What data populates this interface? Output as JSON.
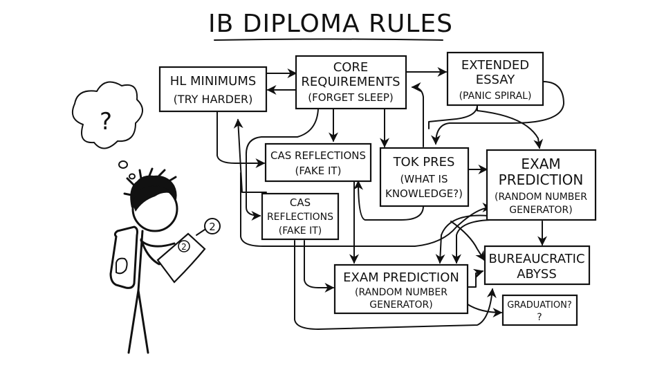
{
  "title": "IB DIPLOMA RULES",
  "boxes": {
    "hl_minimums": {
      "line1": "HL MINIMUMS",
      "line2": "(TRY HARDER)"
    },
    "core": {
      "line1": "CORE",
      "line2": "REQUIREMENTS",
      "line3": "(FORGET SLEEP)"
    },
    "extended_essay": {
      "line1": "EXTENDED",
      "line2": "ESSAY",
      "line3": "(PANIC SPIRAL)"
    },
    "cas_reflections_1": {
      "line1": "CAS REFLECTIONS",
      "line2": "(FAKE IT)"
    },
    "tok_pres": {
      "line1": "TOK PRES",
      "line2": "(WHAT IS",
      "line3": "KNOWLEDGE?)"
    },
    "exam_prediction_1": {
      "line1": "EXAM",
      "line2": "PREDICTION",
      "line3": "(RANDOM NUMBER",
      "line4": "GENERATOR)"
    },
    "cas_reflections_2": {
      "line1": "CAS",
      "line2": "REFLECTIONS",
      "line3": "(FAKE IT)"
    },
    "bureaucratic_abyss": {
      "line1": "BUREAUCRATIC",
      "line2": "ABYSS"
    },
    "exam_prediction_2": {
      "line1": "EXAM PREDICTION",
      "line2": "(RANDOM NUMBER",
      "line3": "GENERATOR)"
    },
    "graduation": {
      "line1": "GRADUATION?",
      "line2": "?"
    }
  },
  "thought_bubble": "?",
  "paper_number": "2",
  "callout_number": "2"
}
